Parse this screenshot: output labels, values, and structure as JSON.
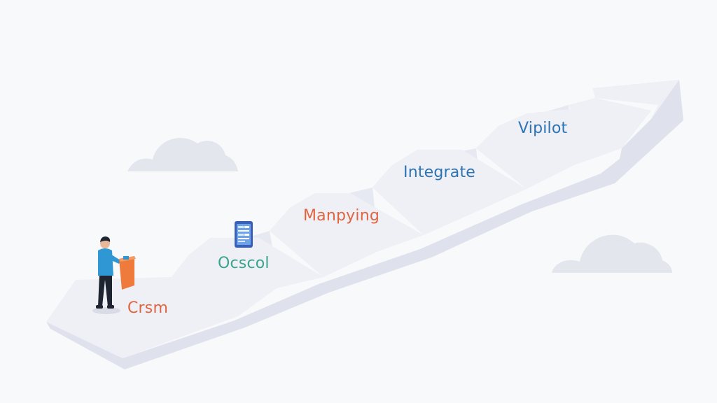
{
  "steps": [
    {
      "label": "Crsm",
      "color": "#e0643f"
    },
    {
      "label": "Ocscol",
      "color": "#3aa58c"
    },
    {
      "label": "Manpying",
      "color": "#e0643f"
    },
    {
      "label": "Integrate",
      "color": "#2d74b5"
    },
    {
      "label": "Vipilot",
      "color": "#2d74b5"
    }
  ],
  "colors": {
    "background": "#f8f9fb",
    "step_top": "#eef0f6",
    "step_side": "#dfe2ec",
    "cloud": "#e4e6ee",
    "person_shirt": "#2f97d3",
    "podium": "#ee7a3c"
  },
  "icons": [
    "person-icon",
    "podium-icon",
    "document-icon",
    "cloud-icon"
  ]
}
